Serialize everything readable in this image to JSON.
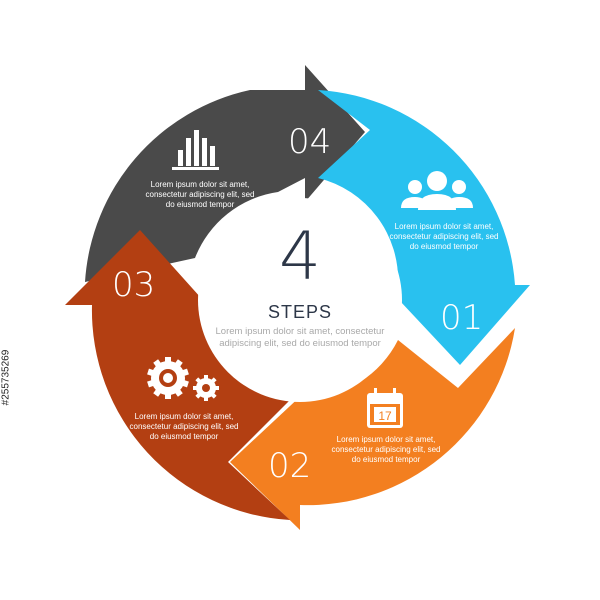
{
  "center": {
    "number": "4",
    "title": "STEPS",
    "description": "Lorem ipsum dolor sit amet, consectetur adipiscing elit, sed do eiusmod tempor"
  },
  "steps": [
    {
      "number": "01",
      "color": "#29c1ef",
      "icon": "people-group-icon",
      "text": "Lorem ipsum dolor sit amet, consectetur adipiscing elit, sed do eiusmod tempor"
    },
    {
      "number": "02",
      "color": "#f37f20",
      "icon": "calendar-icon",
      "calendar_day": "17",
      "text": "Lorem ipsum dolor sit amet, consectetur adipiscing elit, sed do eiusmod tempor"
    },
    {
      "number": "03",
      "color": "#b33f12",
      "icon": "gears-icon",
      "text": "Lorem ipsum dolor sit amet, consectetur adipiscing elit, sed do eiusmod tempor"
    },
    {
      "number": "04",
      "color": "#4a4a4a",
      "icon": "bar-chart-icon",
      "text": "Lorem ipsum dolor sit amet, consectetur adipiscing elit, sed do eiusmod tempor"
    }
  ],
  "image_id": "#255735269"
}
